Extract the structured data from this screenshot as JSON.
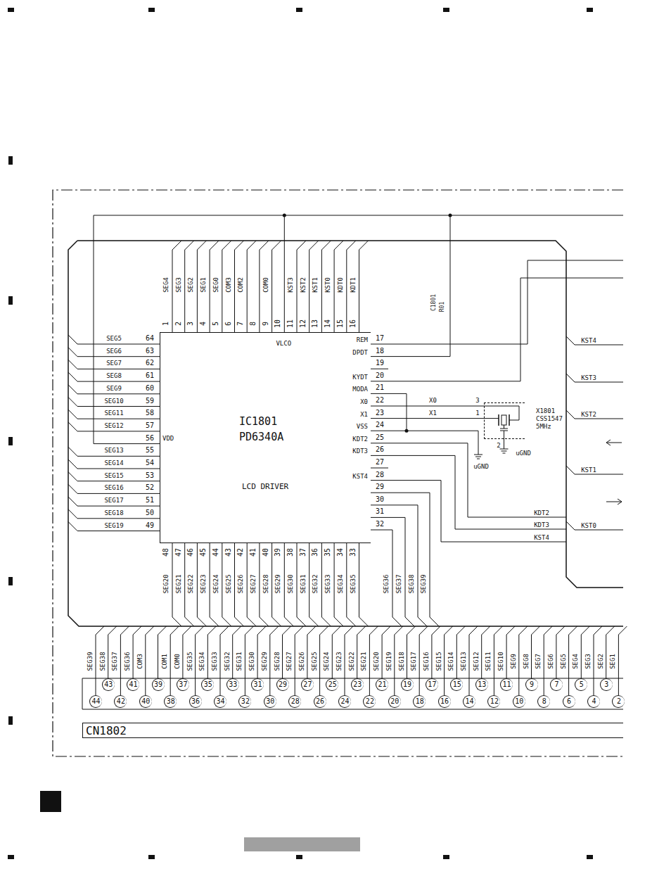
{
  "diagram": {
    "nodes": [
      {
        "text": [
          "IC1801 PD6340A",
          "LCD DRIVER"
        ]
      },
      {
        "text": [
          "X1801 CSS1547 5MHz"
        ]
      },
      {
        "text": [
          "CN1802"
        ]
      },
      {
        "text": [
          "44"
        ]
      },
      {
        "text": [
          "43"
        ]
      },
      {
        "text": [
          "42"
        ]
      },
      {
        "text": [
          "41"
        ]
      },
      {
        "text": [
          "40"
        ]
      },
      {
        "text": [
          "39"
        ]
      },
      {
        "text": [
          "38"
        ]
      },
      {
        "text": [
          "37"
        ]
      },
      {
        "text": [
          "36"
        ]
      },
      {
        "text": [
          "35"
        ]
      },
      {
        "text": [
          "34"
        ]
      },
      {
        "text": [
          "33"
        ]
      },
      {
        "text": [
          "32"
        ]
      },
      {
        "text": [
          "31"
        ]
      },
      {
        "text": [
          "30"
        ]
      },
      {
        "text": [
          "29"
        ]
      },
      {
        "text": [
          "28"
        ]
      },
      {
        "text": [
          "27"
        ]
      },
      {
        "text": [
          "26"
        ]
      },
      {
        "text": [
          "25"
        ]
      },
      {
        "text": [
          "24"
        ]
      },
      {
        "text": [
          "23"
        ]
      },
      {
        "text": [
          "22"
        ]
      },
      {
        "text": [
          "21"
        ]
      },
      {
        "text": [
          "20"
        ]
      },
      {
        "text": [
          "19"
        ]
      },
      {
        "text": [
          "18"
        ]
      },
      {
        "text": [
          "17"
        ]
      },
      {
        "text": [
          "16"
        ]
      },
      {
        "text": [
          "15"
        ]
      },
      {
        "text": [
          "14"
        ]
      },
      {
        "text": [
          "13"
        ]
      },
      {
        "text": [
          "12"
        ]
      },
      {
        "text": [
          "11"
        ]
      },
      {
        "text": [
          "10"
        ]
      },
      {
        "text": [
          "9"
        ]
      },
      {
        "text": [
          "8"
        ]
      },
      {
        "text": [
          "7"
        ]
      },
      {
        "text": [
          "6"
        ]
      },
      {
        "text": [
          "5"
        ]
      },
      {
        "text": [
          "4"
        ]
      },
      {
        "text": [
          "3"
        ]
      },
      {
        "text": [
          "2"
        ]
      }
    ],
    "edges": [
      {
        "from": 0,
        "to": 1,
        "label": "X0",
        "arrow": "none"
      },
      {
        "from": 0,
        "to": 1,
        "label": "X1",
        "arrow": "none"
      }
    ],
    "labels": [
      "64",
      "63",
      "62",
      "61",
      "60",
      "59",
      "58",
      "57",
      "56",
      "55",
      "54",
      "53",
      "52",
      "51",
      "50",
      "49",
      "SEG5",
      "SEG6",
      "SEG7",
      "SEG8",
      "SEG9",
      "SEG10",
      "SEG11",
      "SEG12",
      "SEG13",
      "SEG14",
      "SEG15",
      "SEG16",
      "SEG17",
      "SEG18",
      "SEG19",
      "VDD",
      "1",
      "2",
      "3",
      "4",
      "5",
      "6",
      "7",
      "8",
      "9",
      "10",
      "11",
      "12",
      "13",
      "14",
      "15",
      "16",
      "SEG4",
      "SEG3",
      "SEG2",
      "SEG1",
      "SEG0",
      "COM3",
      "COM2",
      "COM0",
      "KST3",
      "KST2",
      "KST1",
      "KST0",
      "KDT0",
      "KDT1",
      "VLCO",
      "17",
      "18",
      "19",
      "20",
      "21",
      "22",
      "23",
      "24",
      "25",
      "26",
      "27",
      "28",
      "29",
      "30",
      "31",
      "32",
      "REM",
      "DPDT",
      "KYDT",
      "MODA",
      "X0",
      "X1",
      "VSS",
      "KDT2",
      "KDT3",
      "KST4",
      "48",
      "47",
      "46",
      "45",
      "44",
      "43",
      "42",
      "41",
      "40",
      "39",
      "38",
      "37",
      "36",
      "35",
      "34",
      "33",
      "SEG20",
      "SEG21",
      "SEG22",
      "SEG23",
      "SEG24",
      "SEG25",
      "SEG26",
      "SEG27",
      "SEG28",
      "SEG29",
      "SEG30",
      "SEG31",
      "SEG32",
      "SEG33",
      "SEG34",
      "SEG35",
      "SEG36",
      "SEG37",
      "SEG38",
      "SEG39",
      "C1801",
      "R01",
      "3",
      "1",
      "2",
      "uGND",
      "uGND",
      "KDT2",
      "KDT3",
      "KST4",
      "KST4",
      "KST3",
      "KST2",
      "KST1",
      "KST0",
      "SEG39",
      "SEG38",
      "SEG37",
      "SEG36",
      "COM3",
      "COM1",
      "COM0",
      "SEG35",
      "SEG34",
      "SEG33",
      "SEG32",
      "SEG31",
      "SEG30",
      "SEG29",
      "SEG28",
      "SEG27",
      "SEG26",
      "SEG25",
      "SEG24",
      "SEG23",
      "SEG22",
      "SEG21",
      "SEG20",
      "SEG19",
      "SEG18",
      "SEG17",
      "SEG16",
      "SEG15",
      "SEG14",
      "SEG13",
      "SEG12",
      "SEG11",
      "SEG10",
      "SEG9",
      "SEG8",
      "SEG7",
      "SEG6",
      "SEG5",
      "SEG4",
      "SEG3",
      "SEG2",
      "SEG1"
    ]
  }
}
